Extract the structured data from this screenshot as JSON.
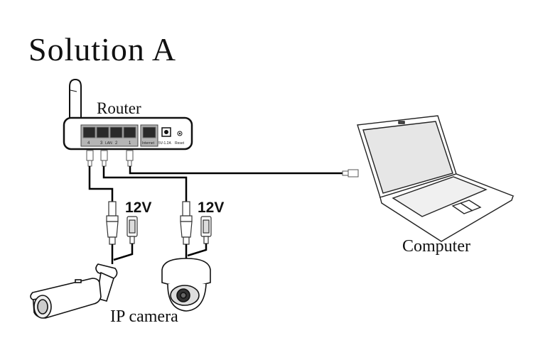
{
  "title": "Solution A",
  "router": {
    "label": "Router",
    "lan_ports": [
      "4",
      "3",
      "2",
      "1"
    ],
    "lan_group_label": "LAN",
    "wan_port_label": "Internet",
    "power_label": "5V-1.2A",
    "reset_label": "Reset"
  },
  "power_injectors": [
    {
      "voltage": "12V"
    },
    {
      "voltage": "12V"
    }
  ],
  "cameras": {
    "label": "IP camera",
    "types": [
      "bullet-camera",
      "dome-camera"
    ]
  },
  "computer": {
    "label": "Computer"
  },
  "colors": {
    "line": "#111111",
    "cable": "#000000",
    "background": "#ffffff",
    "port_panel": "#9a9a9a"
  }
}
